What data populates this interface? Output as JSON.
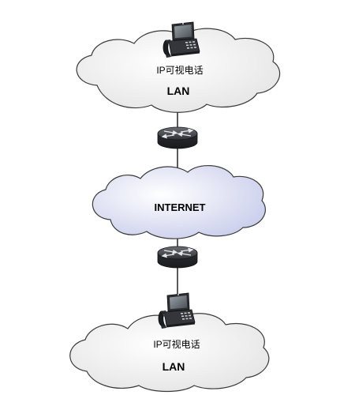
{
  "top_network": {
    "device_label": "IP可视电话",
    "network_label": "LAN",
    "device_icon": "video-phone-icon"
  },
  "internet": {
    "label": "INTERNET"
  },
  "bottom_network": {
    "device_label": "IP可视电话",
    "network_label": "LAN",
    "device_icon": "video-phone-icon"
  },
  "routers": {
    "icon": "router-icon",
    "count": 2
  },
  "colors": {
    "lan_cloud_light": "#ffffff",
    "lan_cloud_dark": "#e3e3e3",
    "internet_cloud_light": "#ffffff",
    "internet_cloud_dark": "#c4c9e9",
    "cloud_stroke": "#3a3a3a",
    "link_line": "#222222",
    "router_body": "#3b3d42"
  }
}
